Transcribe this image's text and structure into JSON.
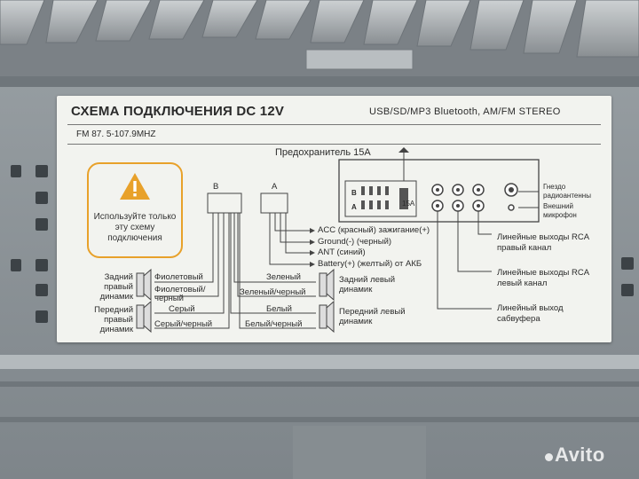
{
  "label": {
    "title": "СХЕМА ПОДКЛЮЧЕНИЯ DC 12V",
    "features": "USB/SD/MP3 Bluetooth, AM/FM STEREO",
    "frequency": "FM 87. 5-107.9MHZ",
    "warning": "Используйте только эту схему подключения",
    "fuse": "Предохранитель 15А",
    "fuse_value": "15A",
    "connector_b": "B",
    "connector_a": "A",
    "acc": "ACC (красный) зажигание(+)",
    "ground": "Ground(-) (черный)",
    "ant": "ANT (синий)",
    "battery": "Battery(+) (желтый) от АКБ",
    "antenna_jack": "Гнездо радиоантенны",
    "ext_mic": "Внешний микрофон",
    "rca_right": "Линейные выходы RCA правый канал",
    "rca_left": "Линейные выходы RCA левый канал",
    "subwoofer": "Линейный выход сабвуфера",
    "rear_right_speaker": "Задний правый динамик",
    "front_right_speaker": "Передний правый динамик",
    "rear_left_speaker": "Задний левый динамик",
    "front_left_speaker": "Передний левый динамик",
    "wire_violet": "Фиолетовый",
    "wire_violet_black": "Фиолетовый/ черный",
    "wire_gray": "Серый",
    "wire_gray_black": "Серый/черный",
    "wire_green": "Зеленый",
    "wire_green_black": "Зеленый/черный",
    "wire_white": "Белый",
    "wire_white_black": "Белый/черный"
  },
  "watermark": "Avito",
  "colors": {
    "warning": "#e8a12a",
    "sticker": "#f2f3ef",
    "metal": "#8f969a"
  }
}
